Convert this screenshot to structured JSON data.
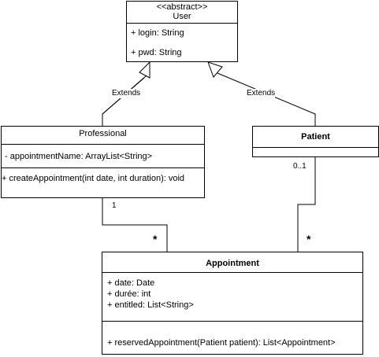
{
  "user": {
    "stereotype": "<<abstract>>",
    "name": "User",
    "attributes": [
      "+ login: String",
      "+ pwd: String"
    ]
  },
  "professional": {
    "name": "Professional",
    "attributes": [
      "- appointmentName: ArrayList<String>"
    ],
    "operations": [
      "+ createAppointment(int date, int duration): void"
    ]
  },
  "patient": {
    "name": "Patient"
  },
  "appointment": {
    "name": "Appointment",
    "attributes": [
      "+ date: Date",
      "+ durée: int",
      "+ entitled: List<String>"
    ],
    "operations": [
      "+ reservedAppointment(Patient patient): List<Appointment>"
    ]
  },
  "relations": {
    "extends_left": "Extends",
    "extends_right": "Extends",
    "prof_mult": "1",
    "prof_appt_mult": "*",
    "patient_mult": "0..1",
    "patient_appt_mult": "*"
  }
}
